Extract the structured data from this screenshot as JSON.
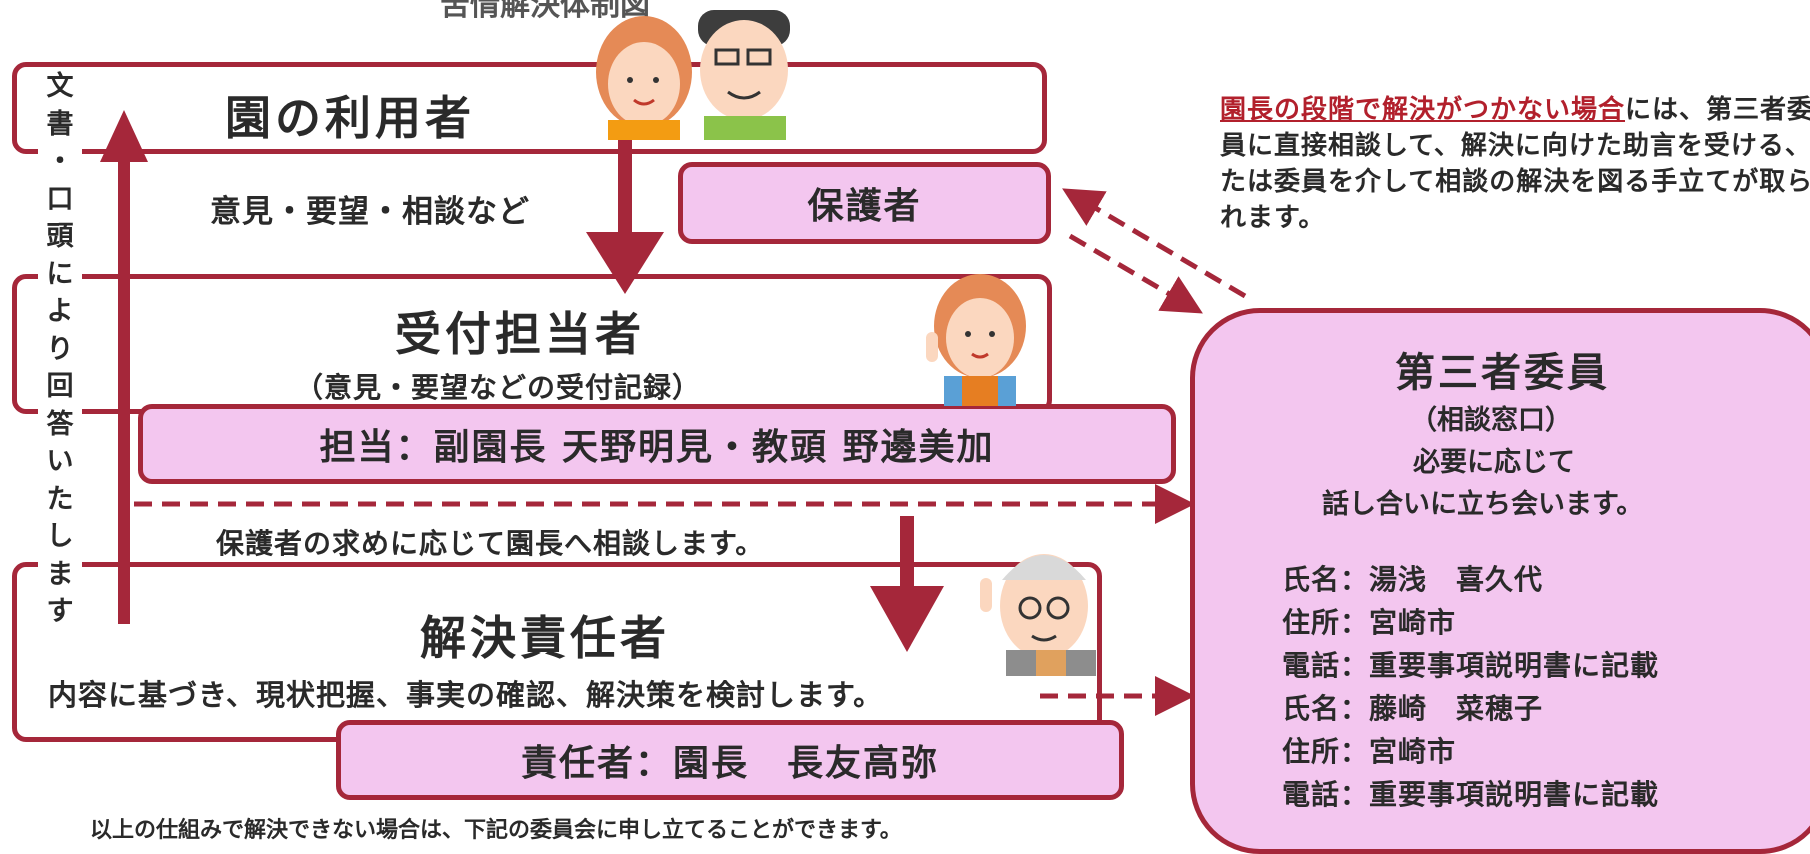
{
  "header_partial": "苦情解決体制図",
  "vertical_note": [
    "文",
    "書",
    "・",
    "口",
    "頭",
    "に",
    "よ",
    "り",
    "回",
    "答",
    "い",
    "た",
    "し",
    "ま",
    "す"
  ],
  "users": {
    "title": "園の利用者",
    "flow_label": "意見・要望・相談など",
    "guardian": "保護者"
  },
  "reception": {
    "title": "受付担当者",
    "subtitle": "（意見・要望などの受付記録）",
    "staff": "担当：副園長 天野明見・教頭 野邊美加",
    "consult_label": "保護者の求めに応じて園長へ相談します。"
  },
  "resolver": {
    "title": "解決責任者",
    "description": "内容に基づき、現状把握、事実の確認、解決策を検討します。",
    "staff": "責任者：園長　長友高弥"
  },
  "footer_note": "以上の仕組みで解決できない場合は、下記の委員会に申し立てることができます。",
  "side_note": {
    "underlined": "園長の段階で解決がつかない場合",
    "rest": "には、第三者委員に直接相談して、解決に向けた助言を受ける、または委員を介して相談の解決を図る手立てが取られます。"
  },
  "committee": {
    "title": "第三者委員",
    "subtitle": "（相談窓口）",
    "line1": "必要に応じて",
    "line2": "話し合いに立ち会います。",
    "members": [
      {
        "name": "氏名：湯浅　喜久代",
        "address": "住所：宮崎市",
        "phone": "電話：重要事項説明書に記載"
      },
      {
        "name": "氏名：藤崎　菜穂子",
        "address": "住所：宮崎市",
        "phone": "電話：重要事項説明書に記載"
      }
    ]
  },
  "colors": {
    "border": "#a5273a",
    "box_fill": "#f3c6ef",
    "accent_text": "#b2202c"
  }
}
